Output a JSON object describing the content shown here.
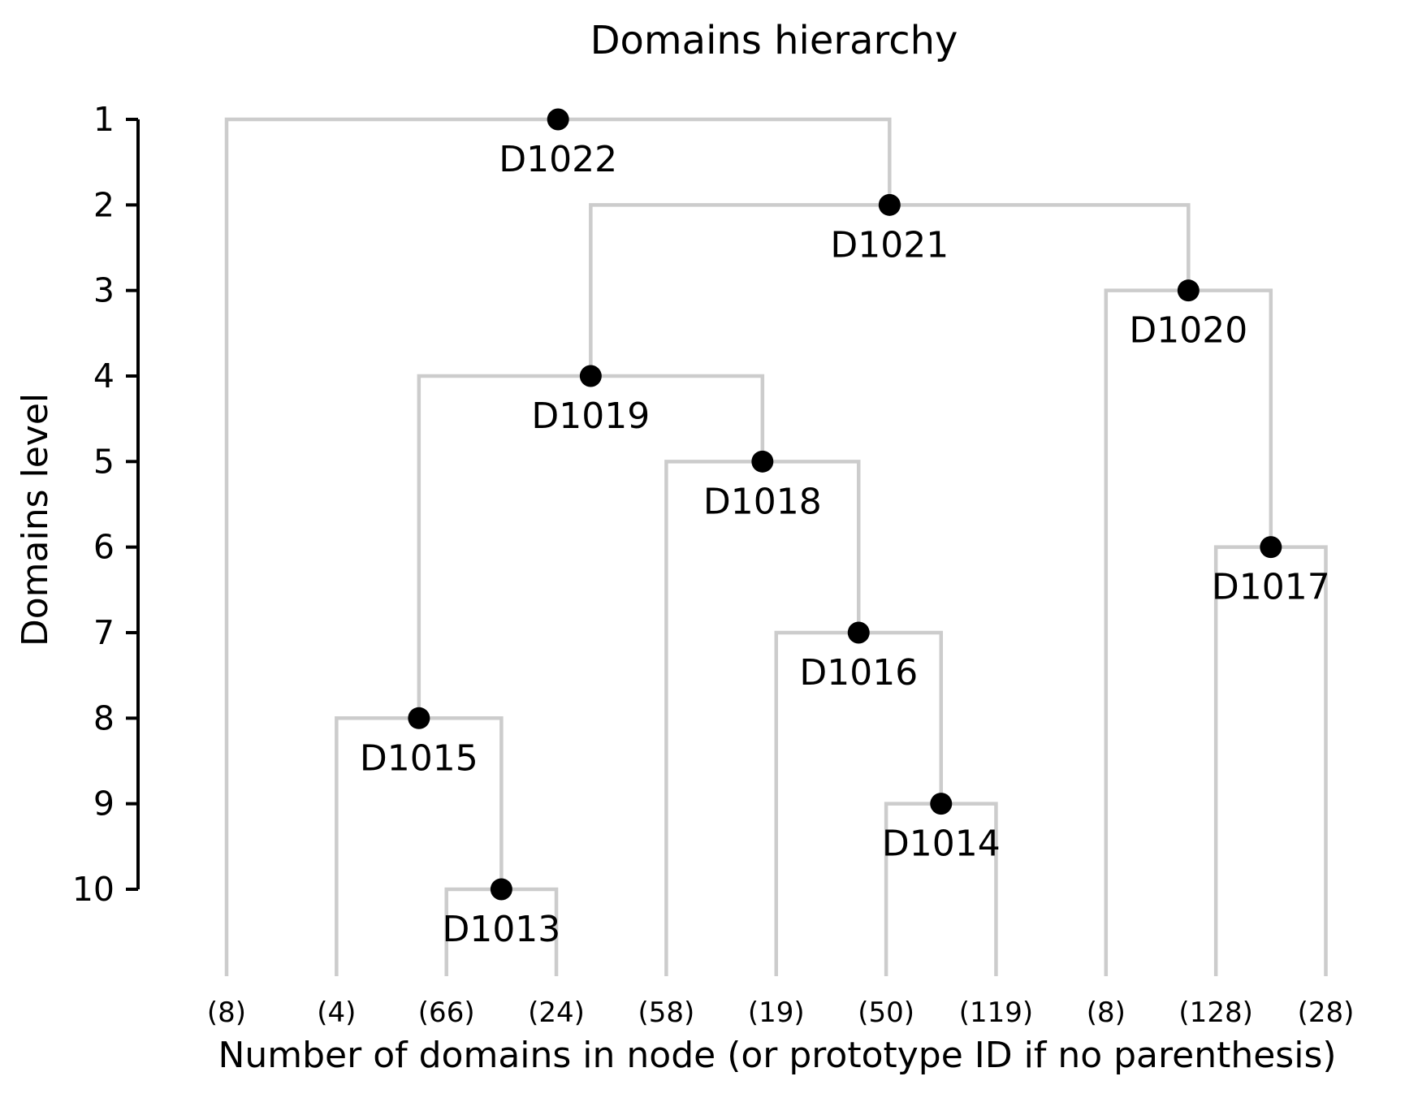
{
  "chart_data": {
    "type": "dendrogram",
    "title": "Domains hierarchy",
    "xlabel": "Number of domains in node (or prototype ID if no parenthesis)",
    "ylabel": "Domains level",
    "y_axis": {
      "label": "Domains level",
      "ticks": [
        "1",
        "2",
        "3",
        "4",
        "5",
        "6",
        "7",
        "8",
        "9",
        "10"
      ],
      "range": [
        1,
        10
      ]
    },
    "x_axis": {
      "label": "Number of domains in node (or prototype ID if no parenthesis)",
      "tick_labels": [
        "(8)",
        "(4)",
        "(66)",
        "(24)",
        "(58)",
        "(19)",
        "(50)",
        "(119)",
        "(8)",
        "(128)",
        "(28)"
      ]
    },
    "leaves": [
      "(8)",
      "(4)",
      "(66)",
      "(24)",
      "(58)",
      "(19)",
      "(50)",
      "(119)",
      "(8)",
      "(128)",
      "(28)"
    ],
    "nodes": [
      {
        "id": "D1022",
        "level": 1,
        "children": [
          "leaf:0",
          "node:D1021"
        ]
      },
      {
        "id": "D1021",
        "level": 2,
        "children": [
          "node:D1019",
          "node:D1020"
        ]
      },
      {
        "id": "D1020",
        "level": 3,
        "children": [
          "leaf:8",
          "node:D1017"
        ]
      },
      {
        "id": "D1019",
        "level": 4,
        "children": [
          "node:D1015",
          "node:D1018"
        ]
      },
      {
        "id": "D1018",
        "level": 5,
        "children": [
          "leaf:4",
          "node:D1016"
        ]
      },
      {
        "id": "D1017",
        "level": 6,
        "children": [
          "leaf:9",
          "leaf:10"
        ]
      },
      {
        "id": "D1016",
        "level": 7,
        "children": [
          "leaf:5",
          "node:D1014"
        ]
      },
      {
        "id": "D1015",
        "level": 8,
        "children": [
          "leaf:1",
          "node:D1013"
        ]
      },
      {
        "id": "D1014",
        "level": 9,
        "children": [
          "leaf:6",
          "leaf:7"
        ]
      },
      {
        "id": "D1013",
        "level": 10,
        "children": [
          "leaf:2",
          "leaf:3"
        ]
      }
    ],
    "legend": null,
    "grid": false,
    "colors": {
      "link": "#cccccc",
      "marker": "#000000",
      "axis": "#000000",
      "text": "#000000",
      "background": "#ffffff"
    }
  }
}
